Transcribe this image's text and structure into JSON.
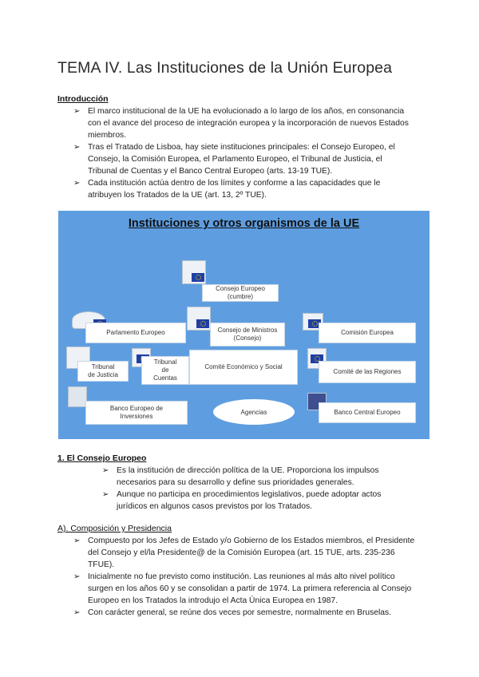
{
  "title": "TEMA IV. Las Instituciones de la Unión Europea",
  "intro": {
    "heading": "Introducción",
    "bullets": [
      "El marco institucional de la UE ha evolucionado a lo largo de los años, en consonancia con el avance del proceso de integración europea y la incorporación de nuevos Estados miembros.",
      "Tras el Tratado de Lisboa, hay siete instituciones principales: el Consejo Europeo, el Consejo, la Comisión Europea, el Parlamento Europeo, el Tribunal de Justicia, el Tribunal de Cuentas y el Banco Central Europeo (arts. 13-19 TUE).",
      "Cada institución actúa dentro de los límites y conforme a las capacidades que le atribuyen los Tratados de la UE (art. 13, 2º TUE)."
    ]
  },
  "diagram": {
    "title": "Instituciones y otros organismos de la UE",
    "boxes": {
      "consejo_europeo": "Consejo Europeo (cumbre)",
      "parlamento": "Parlamento Europeo",
      "consejo_ministros_1": "Consejo de Ministros",
      "consejo_ministros_2": "(Consejo)",
      "comision": "Comisión Europea",
      "tribunal_justicia_1": "Tribunal",
      "tribunal_justicia_2": "de Justicia",
      "tribunal_cuentas_1": "Tribunal",
      "tribunal_cuentas_2": "de",
      "tribunal_cuentas_3": "Cuentas",
      "comite_economico": "Comité Económico y Social",
      "comite_regiones": "Comité de las Regiones",
      "banco_inversiones_1": "Banco Europeo de",
      "banco_inversiones_2": "Inversiones",
      "agencias": "Agencias",
      "banco_central": "Banco Central Europeo"
    }
  },
  "section1": {
    "heading": "1. El Consejo Europeo",
    "bullets": [
      "Es la institución de dirección política de la UE. Proporciona los impulsos necesarios para su desarrollo y define sus prioridades generales.",
      "Aunque no participa en procedimientos legislativos, puede adoptar actos jurídicos en algunos casos previstos por los Tratados."
    ]
  },
  "sectionA": {
    "heading": "A). Composición y Presidencia",
    "bullets": [
      "Compuesto por los Jefes de Estado y/o Gobierno de los Estados miembros, el Presidente del Consejo y el/la Presidente@ de la Comisión Europea (art. 15 TUE, arts. 235-236 TFUE).",
      "Inicialmente no fue previsto como institución. Las reuniones al más alto nivel político surgen en los años 60 y se consolidan a partir de 1974. La primera referencia al Consejo Europeo en los Tratados la introdujo el Acta Única Europea en 1987.",
      "Con carácter general, se reúne dos veces por semestre, normalmente en Bruselas."
    ]
  },
  "bullet_glyph": "➢"
}
